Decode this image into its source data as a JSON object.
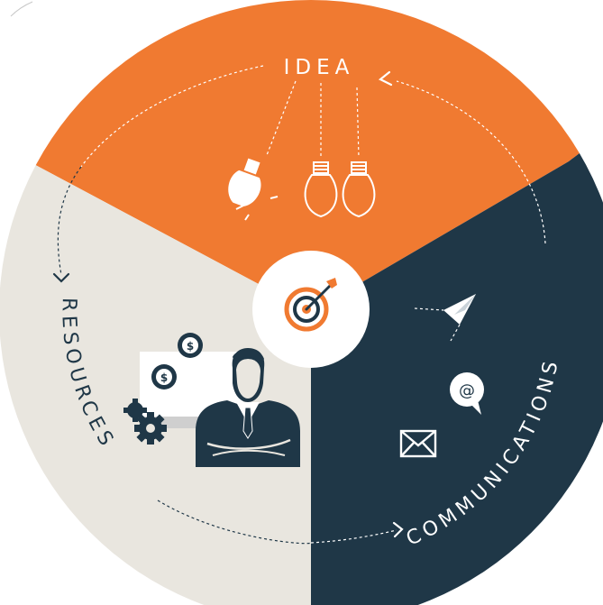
{
  "center": {
    "icon": "target-arrow-icon"
  },
  "segments": [
    {
      "label": "IDEA",
      "color": "#F07A31",
      "text_color": "#FFFFFF",
      "icons": [
        "light-bulb-on-icon",
        "light-bulb-icon",
        "light-bulb-icon"
      ]
    },
    {
      "label": "COMMUNICATIONS",
      "color": "#1F3747",
      "text_color": "#FFFFFF",
      "icons": [
        "paper-plane-icon",
        "at-sign-bubble-icon",
        "envelope-icon"
      ]
    },
    {
      "label": "RESOURCES",
      "color": "#E9E6DF",
      "text_color": "#1F3747",
      "icons": [
        "dollar-coin-icon",
        "dollar-coin-icon",
        "gears-icon",
        "monitor-icon",
        "businessman-icon"
      ]
    }
  ],
  "colors": {
    "center_ring": "#F07A31",
    "center_bg": "#FFFFFF",
    "line": "#FFFFFF",
    "line_dark": "#1F3747"
  }
}
